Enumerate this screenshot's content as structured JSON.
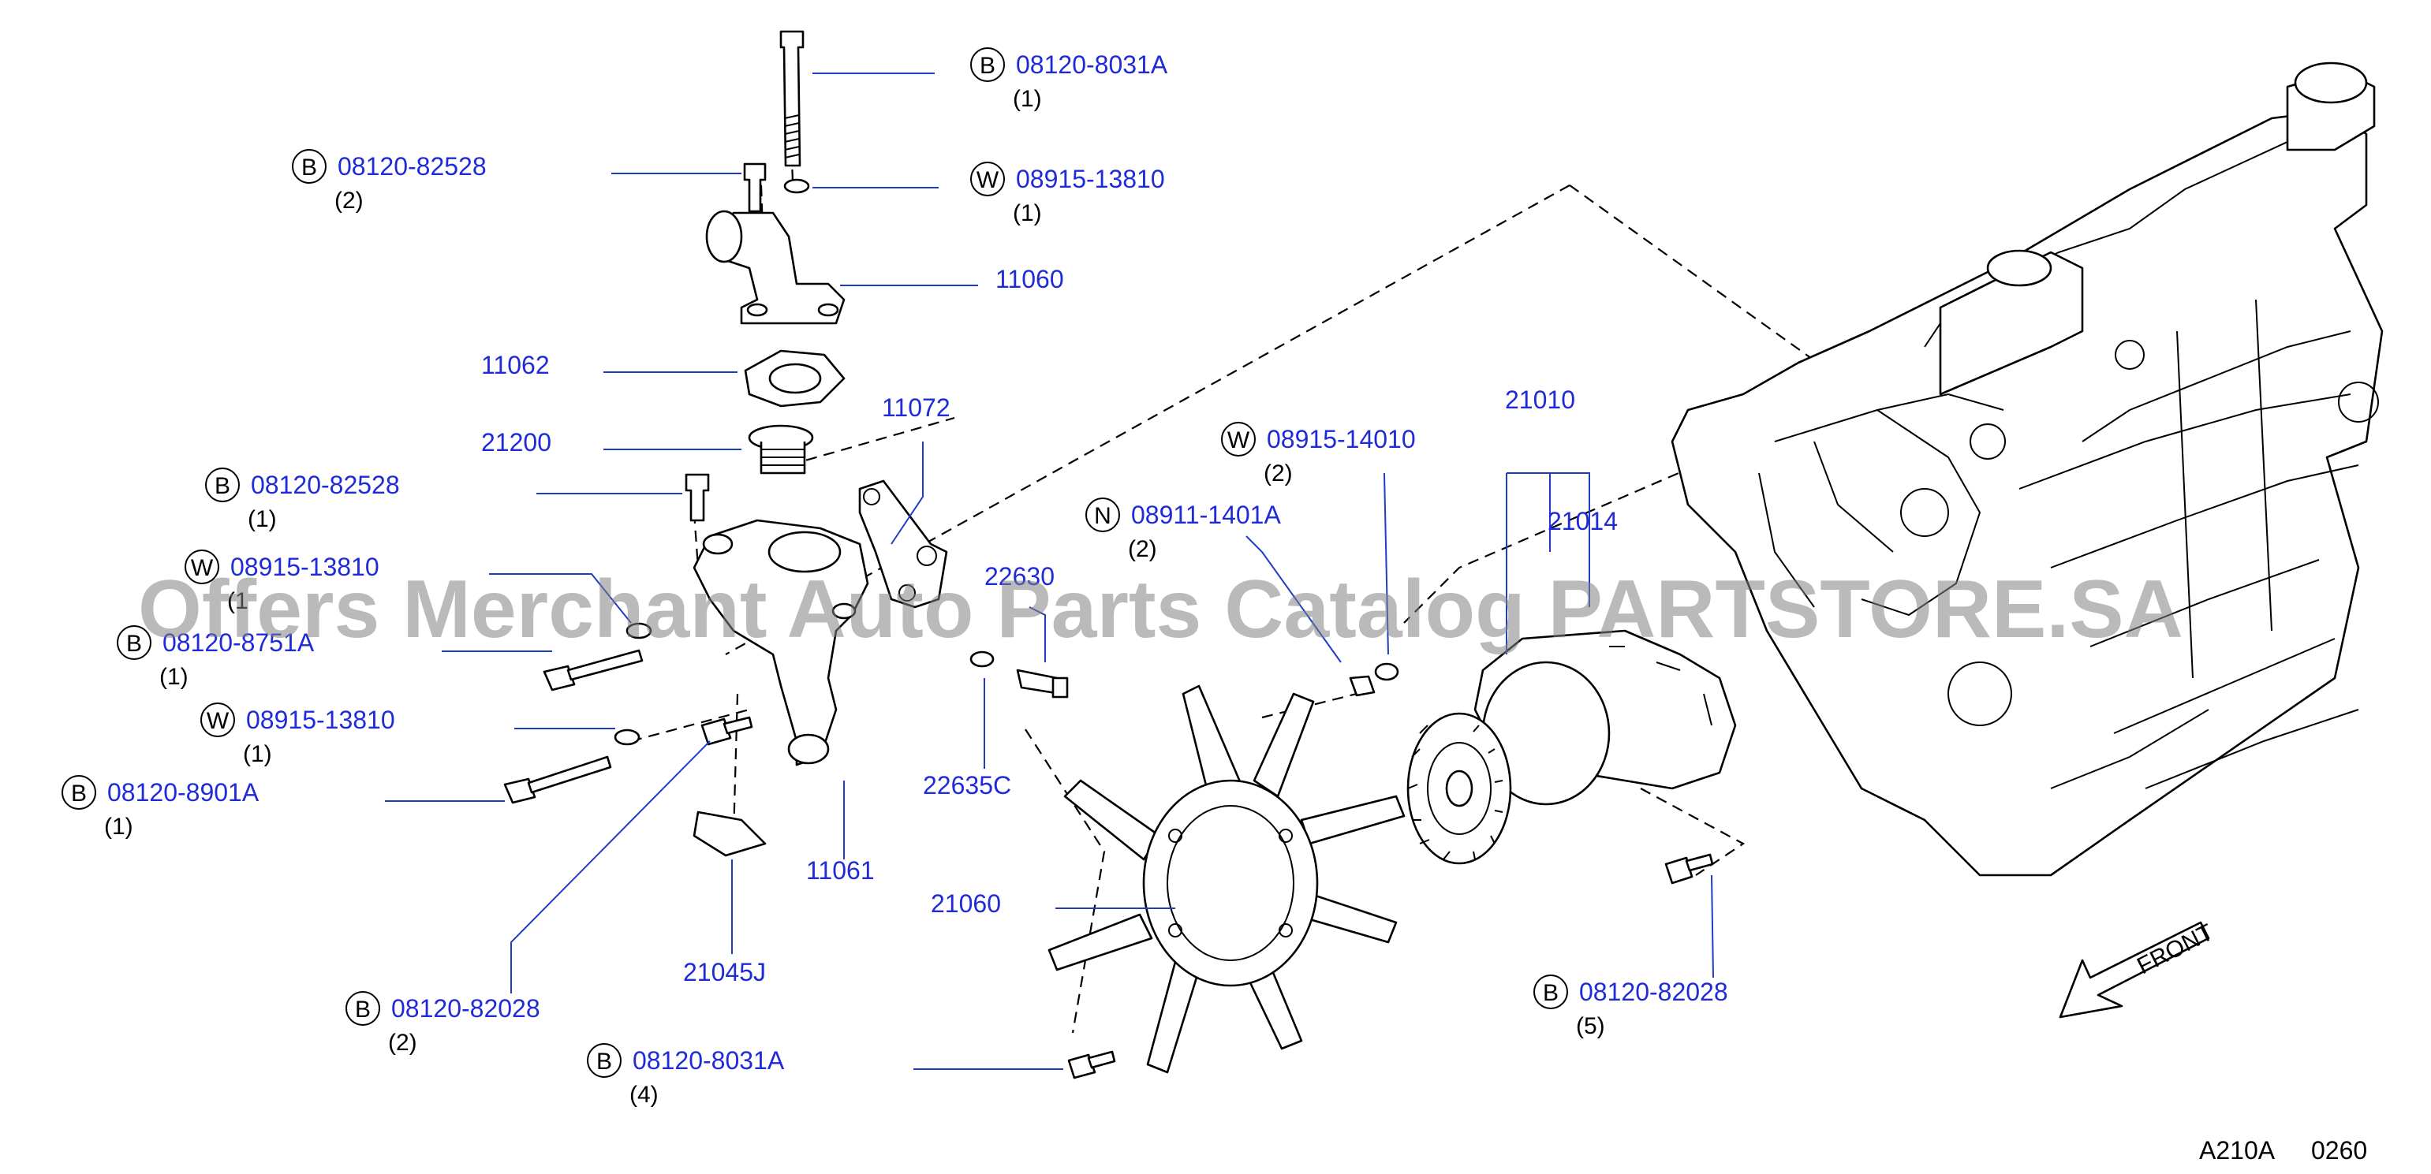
{
  "watermark": "Offers Merchant Auto Parts Catalog PARTSTORE.SA",
  "figure_code": "A210A",
  "figure_number": "0260",
  "direction_label": "FRONT",
  "callouts": [
    {
      "prefix": "B",
      "part_number": "08120-8031A",
      "quantity": "(1)"
    },
    {
      "prefix": "B",
      "part_number": "08120-82528",
      "quantity": "(2)"
    },
    {
      "prefix": "W",
      "part_number": "08915-13810",
      "quantity": "(1)"
    },
    {
      "prefix": "",
      "part_number": "11060",
      "quantity": ""
    },
    {
      "prefix": "",
      "part_number": "11062",
      "quantity": ""
    },
    {
      "prefix": "",
      "part_number": "21200",
      "quantity": ""
    },
    {
      "prefix": "",
      "part_number": "11072",
      "quantity": ""
    },
    {
      "prefix": "B",
      "part_number": "08120-82528",
      "quantity": "(1)"
    },
    {
      "prefix": "W",
      "part_number": "08915-13810",
      "quantity": "(1"
    },
    {
      "prefix": "B",
      "part_number": "08120-8751A",
      "quantity": "(1)"
    },
    {
      "prefix": "W",
      "part_number": "08915-13810",
      "quantity": "(1)"
    },
    {
      "prefix": "B",
      "part_number": "08120-8901A",
      "quantity": "(1)"
    },
    {
      "prefix": "",
      "part_number": "22630",
      "quantity": ""
    },
    {
      "prefix": "",
      "part_number": "22635C",
      "quantity": ""
    },
    {
      "prefix": "",
      "part_number": "11061",
      "quantity": ""
    },
    {
      "prefix": "",
      "part_number": "21045J",
      "quantity": ""
    },
    {
      "prefix": "B",
      "part_number": "08120-82028",
      "quantity": "(2)"
    },
    {
      "prefix": "B",
      "part_number": "08120-8031A",
      "quantity": "(4)"
    },
    {
      "prefix": "W",
      "part_number": "08915-14010",
      "quantity": "(2)"
    },
    {
      "prefix": "N",
      "part_number": "08911-1401A",
      "quantity": "(2)"
    },
    {
      "prefix": "",
      "part_number": "21010",
      "quantity": ""
    },
    {
      "prefix": "",
      "part_number": "21014",
      "quantity": ""
    },
    {
      "prefix": "",
      "part_number": "21060",
      "quantity": ""
    },
    {
      "prefix": "B",
      "part_number": "08120-82028",
      "quantity": "(5)"
    }
  ]
}
